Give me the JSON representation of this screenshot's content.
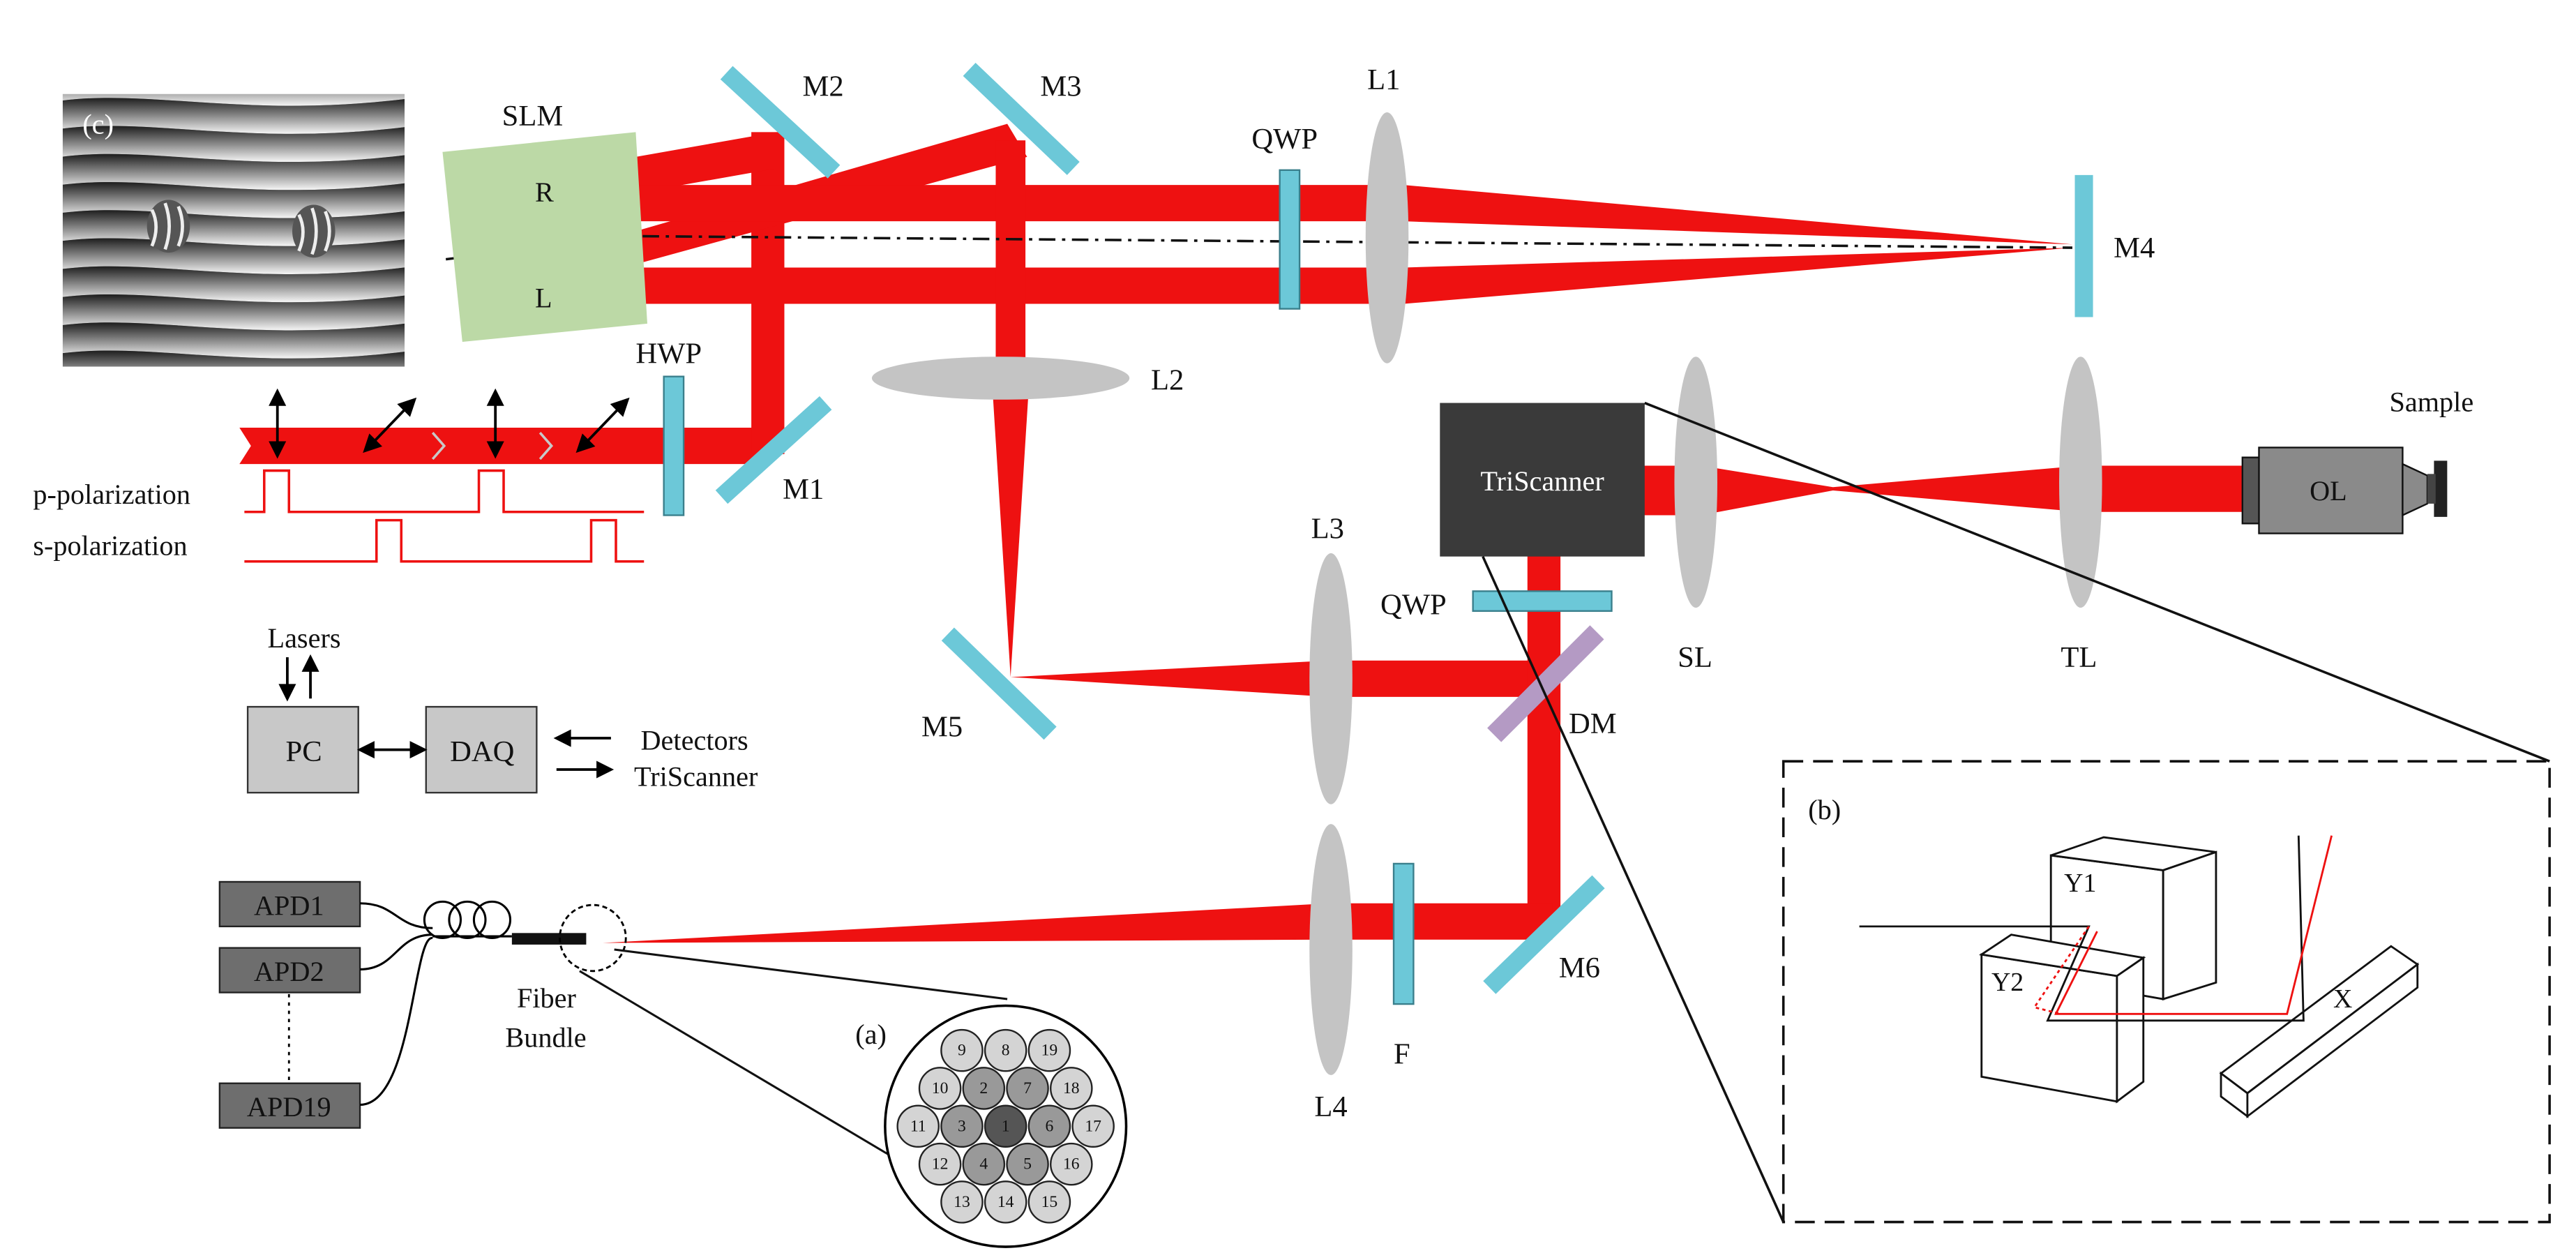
{
  "components": {
    "slm": "SLM",
    "slm_r": "R",
    "slm_l": "L",
    "m1": "M1",
    "m2": "M2",
    "m3": "M3",
    "m4": "M4",
    "m5": "M5",
    "m6": "M6",
    "l1": "L1",
    "l2": "L2",
    "l3": "L3",
    "l4": "L4",
    "qwp_top": "QWP",
    "qwp_mid": "QWP",
    "hwp": "HWP",
    "triscanner": "TriScanner",
    "sl": "SL",
    "tl": "TL",
    "ol": "OL",
    "sample": "Sample",
    "dm": "DM",
    "f": "F"
  },
  "polarization": {
    "p_label": "p-polarization",
    "s_label": "s-polarization"
  },
  "control": {
    "lasers": "Lasers",
    "pc": "PC",
    "daq": "DAQ",
    "detectors": "Detectors",
    "triscanner": "TriScanner"
  },
  "detection": {
    "apd1": "APD1",
    "apd2": "APD2",
    "apd19": "APD19",
    "fiber_line1": "Fiber",
    "fiber_line2": "Bundle"
  },
  "insets": {
    "a": "(a)",
    "b": "(b)",
    "c": "(c)",
    "y1": "Y1",
    "y2": "Y2",
    "x": "X"
  },
  "fiber_numbers": [
    "1",
    "2",
    "3",
    "4",
    "5",
    "6",
    "7",
    "8",
    "9",
    "10",
    "11",
    "12",
    "13",
    "14",
    "15",
    "16",
    "17",
    "18",
    "19"
  ],
  "colors": {
    "beam": "#ee1111",
    "optic": "#6cc8d8",
    "lens": "#c4c4c4",
    "slm": "#bcd9a6",
    "dm": "#b49ac4",
    "dark_box": "#3a3a3a"
  }
}
